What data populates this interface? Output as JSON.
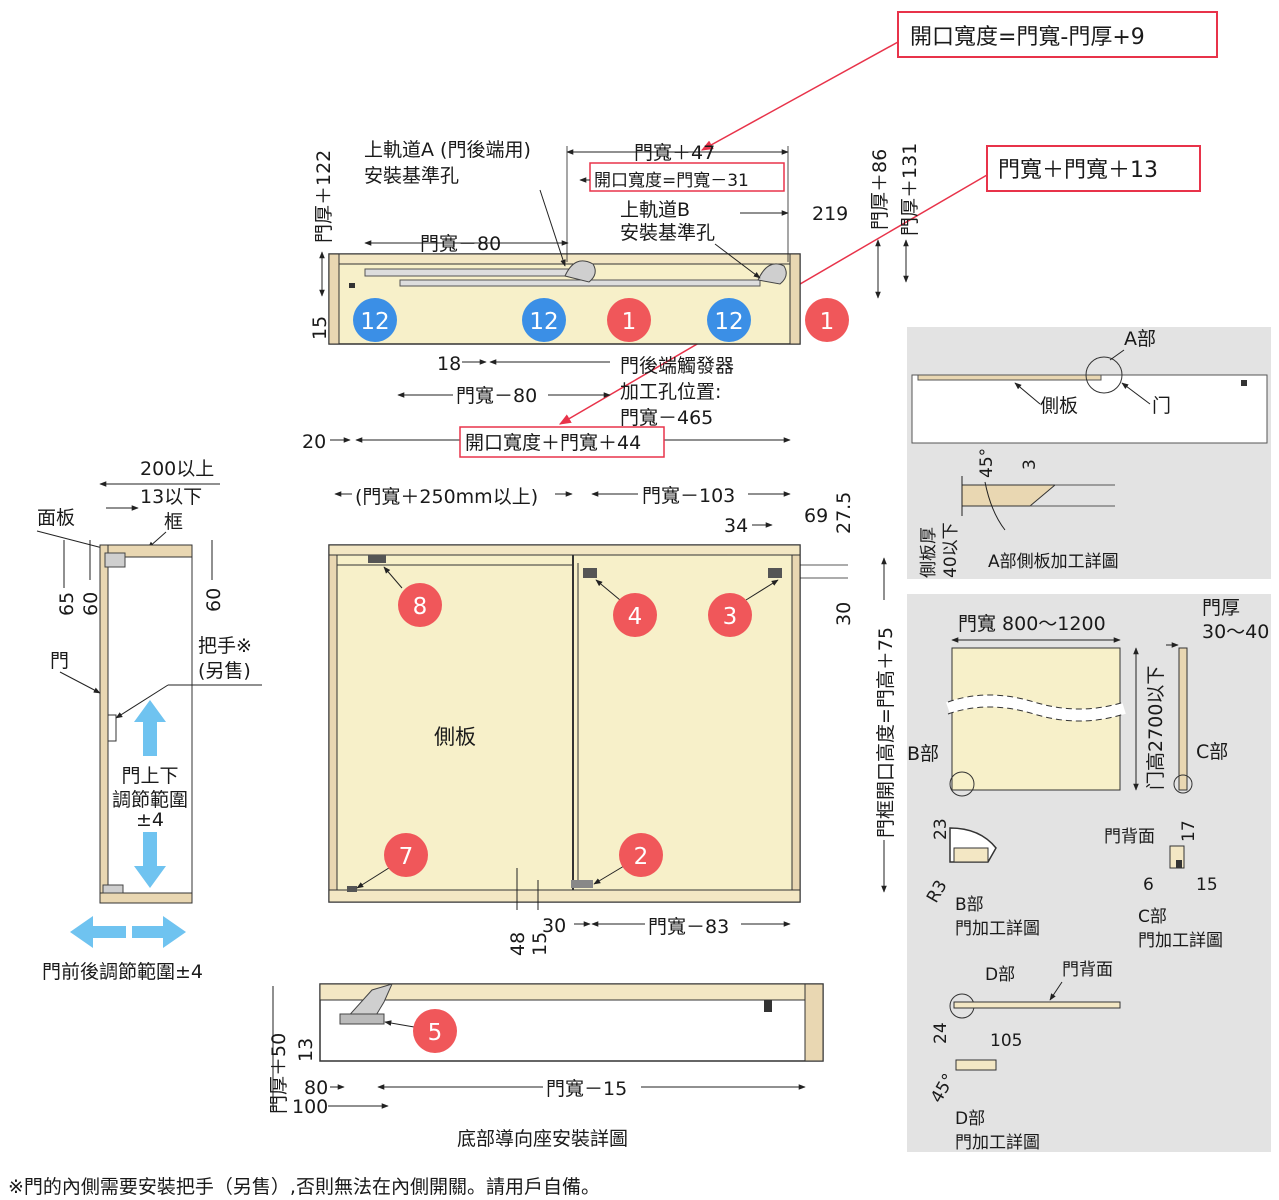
{
  "callouts": {
    "opening_width_formula": "開口寬度=門寬-門厚+9",
    "door_width_sum": "門寬＋門寬＋13"
  },
  "top_view": {
    "rail_a_label_1": "上軌道A (門後端用)",
    "rail_a_label_2": "安裝基準孔",
    "rail_b_label_1": "上軌道B",
    "rail_b_label_2": "安裝基準孔",
    "dim_door_width_plus_47": "門寬＋47",
    "dim_opening_width": "開口寬度=門寬－31",
    "dim_219": "219",
    "dim_door_thick_86": "門厚＋86",
    "dim_door_thick_131": "門厚＋131",
    "dim_door_thick_122": "門厚＋122",
    "dim_door_width_minus_80_a": "門寬－80",
    "dim_15": "15",
    "dim_18": "18",
    "dim_door_width_minus_80_b": "門寬－80",
    "trigger_label_1": "門後端觸發器",
    "trigger_label_2": "加工孔位置:",
    "trigger_label_3": "門寬－465",
    "dim_20": "20",
    "dim_opening_total": "開口寬度＋門寬＋44",
    "badges": [
      "12",
      "12",
      "1",
      "12",
      "1"
    ]
  },
  "side_view": {
    "dim_200": "200以上",
    "dim_13": "13以下",
    "label_panel": "面板",
    "label_frame": "框",
    "dim_65": "65",
    "dim_60_a": "60",
    "dim_60_b": "60",
    "label_door": "門",
    "label_handle_1": "把手※",
    "label_handle_2": "(另售)",
    "adj_vertical_1": "門上下",
    "adj_vertical_2": "調節範圍",
    "adj_vertical_3": "±4",
    "adj_horizontal": "門前後調節範圍±4"
  },
  "front_view": {
    "dim_left_span": "(門寬＋250mm以上)",
    "dim_door_width_minus_103": "門寬－103",
    "dim_34": "34",
    "dim_69": "69",
    "dim_27_5": "27.5",
    "dim_30_right": "30",
    "dim_frame_height": "門框開口高度=門高＋75",
    "label_side_panel": "側板",
    "dim_48": "48",
    "dim_15": "15",
    "dim_30_bottom": "30",
    "dim_door_width_minus_83": "門寬－83",
    "badges": [
      "8",
      "4",
      "3",
      "7",
      "2"
    ]
  },
  "bottom_guide": {
    "dim_door_thick_50": "門厚＋50",
    "dim_13": "13",
    "dim_80": "80",
    "dim_100": "100",
    "dim_door_width_minus_15": "門寬－15",
    "badge": "5",
    "caption": "底部導向座安裝詳圖"
  },
  "detail_a": {
    "label_a": "A部",
    "label_side_panel": "側板",
    "label_door": "门",
    "dim_45": "45°",
    "dim_3": "3",
    "dim_thickness_1": "側板厚",
    "dim_thickness_2": "40以下",
    "caption": "A部側板加工詳圖"
  },
  "detail_door": {
    "dim_width": "門寬  800～1200",
    "dim_thick_1": "門厚",
    "dim_thick_2": "30～40",
    "dim_height": "门高2700以下",
    "label_b": "B部",
    "label_c": "C部",
    "dim_23": "23",
    "dim_r3": "R3",
    "caption_b_1": "B部",
    "caption_b_2": "門加工詳圖",
    "label_back_1": "門背面",
    "dim_17": "17",
    "dim_6": "6",
    "dim_15": "15",
    "caption_c_1": "C部",
    "caption_c_2": "門加工詳圖",
    "label_d": "D部",
    "label_back_2": "門背面",
    "dim_24": "24",
    "dim_105": "105",
    "dim_45": "45°",
    "caption_d_1": "D部",
    "caption_d_2": "門加工詳圖"
  },
  "footnote": "※門的內側需要安裝把手（另售）,否則無法在內側開關。請用戶自備。",
  "colors": {
    "panel_fill": "#f7f0c9",
    "frame_fill": "#e9d7b2",
    "badge_red": "#f0575a",
    "badge_blue": "#3b8fe6",
    "callout_red": "#e8334a",
    "arrow_blue": "#6fc3f0",
    "detail_bg": "#e3e3e3"
  }
}
